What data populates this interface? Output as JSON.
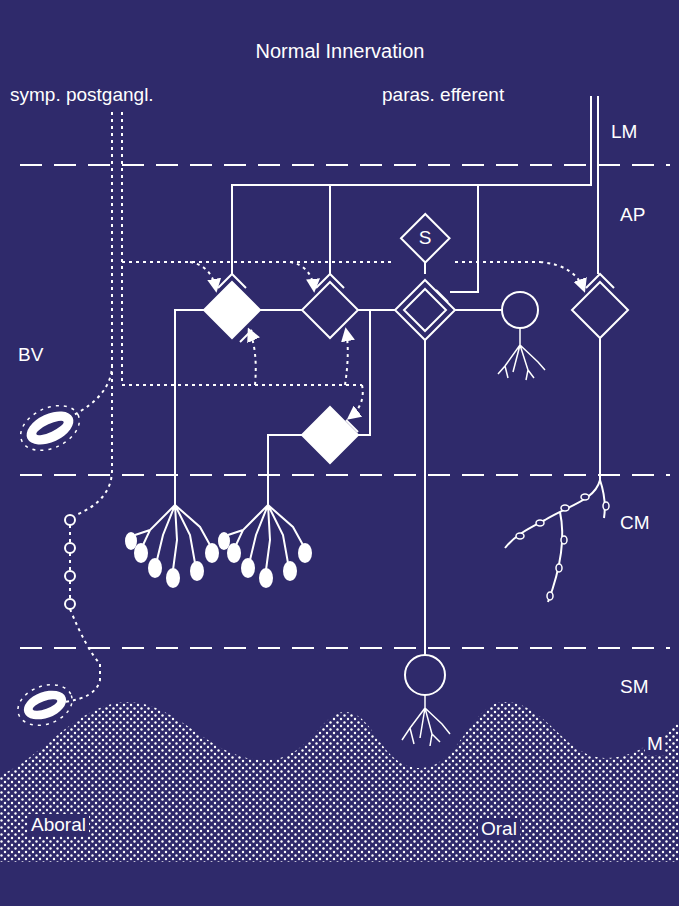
{
  "diagram": {
    "title": "Normal Innervation",
    "nodes": [
      {
        "text": [
          "S"
        ]
      },
      {
        "text": [
          "Aboral",
          "Oral"
        ]
      }
    ],
    "labels": [
      "symp. postgangl.",
      "paras. efferent",
      "LM",
      "AP",
      "BV",
      "CM",
      "SM",
      "M"
    ]
  }
}
